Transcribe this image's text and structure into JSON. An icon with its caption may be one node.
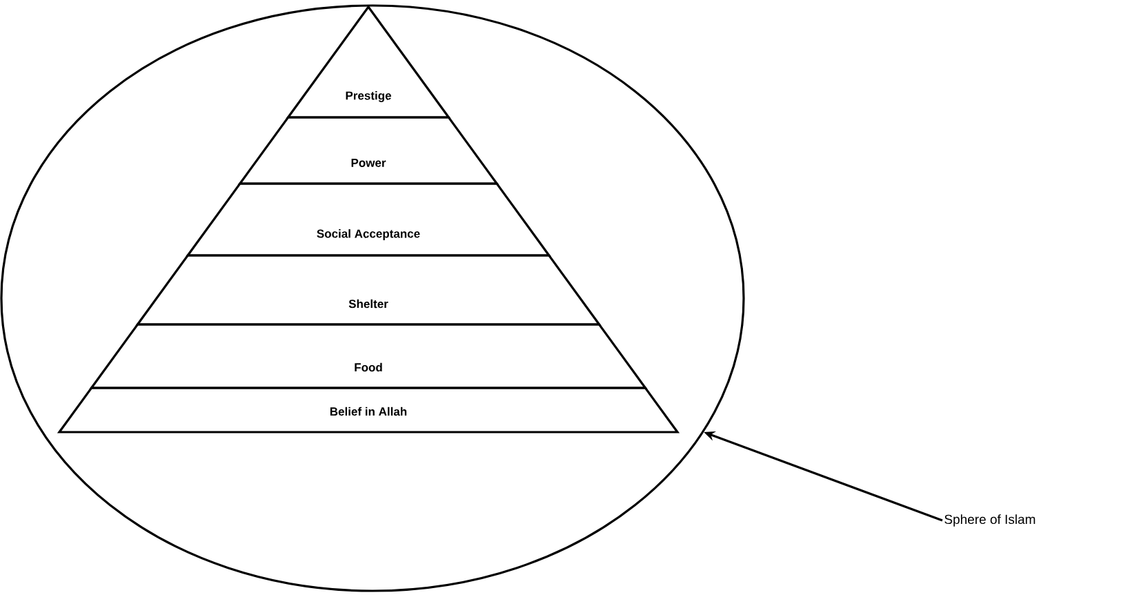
{
  "diagram": {
    "nodes": [
      {
        "text": [],
        "shape": "ellipse"
      },
      {
        "text": [
          "Prestige"
        ],
        "in": 0
      },
      {
        "text": [
          "Power"
        ],
        "in": 0
      },
      {
        "text": [
          "Social Acceptance"
        ],
        "in": 0
      },
      {
        "text": [
          "Shelter"
        ],
        "in": 0
      },
      {
        "text": [
          "Food"
        ],
        "in": 0
      },
      {
        "text": [
          "Belief in Allah"
        ],
        "in": 0
      },
      {
        "text": [
          "Sphere of Islam"
        ]
      }
    ],
    "edges": [
      {
        "from": 7,
        "to": 0,
        "arrow": "to"
      }
    ]
  }
}
